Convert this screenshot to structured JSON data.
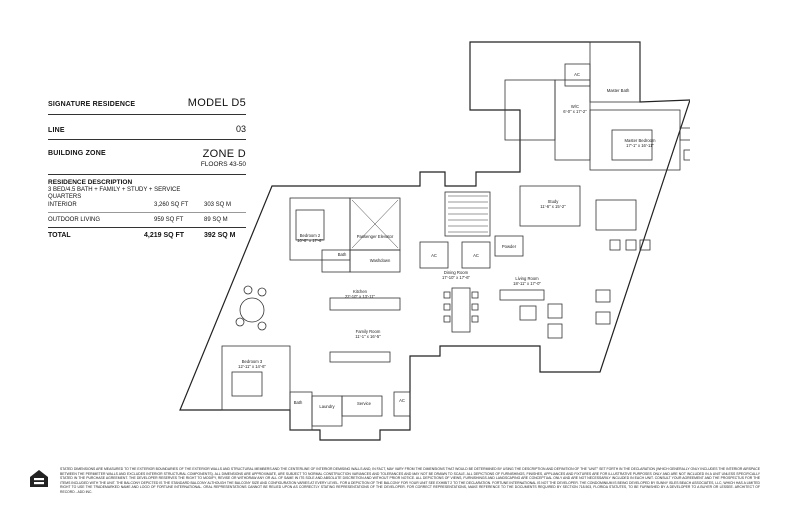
{
  "info": {
    "residence_label": "SIGNATURE RESIDENCE",
    "model": "MODEL D5",
    "line_label": "LINE",
    "line_value": "03",
    "zone_label": "BUILDING ZONE",
    "zone_value": "ZONE D",
    "floors": "FLOORS 43-50",
    "description_title": "RESIDENCE DESCRIPTION",
    "description": "3 BED/4.5 BATH + FAMILY + STUDY + SERVICE QUARTERS",
    "interior_label": "INTERIOR",
    "interior_sqft": "3,260 SQ FT",
    "interior_sqm": "303 SQ M",
    "outdoor_label": "OUTDOOR LIVING",
    "outdoor_sqft": "959 SQ FT",
    "outdoor_sqm": "89 SQ M",
    "total_label": "TOTAL",
    "total_sqft": "4,219 SQ FT",
    "total_sqm": "392 SQ M"
  },
  "rooms": {
    "master_bedroom": "Master Bedroom",
    "master_bedroom_dim": "17'-1\" x 16'-11\"",
    "master_bath": "Master Bath",
    "wic": "W/C",
    "wic_dim": "6'-0\" x 17'-2\"",
    "ac_top": "AC",
    "study": "Study",
    "study_dim": "11'-6\" x 15'-2\"",
    "bedroom2": "Bedroom 2",
    "bedroom2_dim": "10'-8\" x 17'-6\"",
    "passenger_elevator": "Passenger Elevator",
    "bath2": "Bath",
    "washdown": "Washdown",
    "kitchen": "Kitchen",
    "kitchen_dim": "22'-10\" x 13'-11\"",
    "ac_mid1": "AC",
    "ac_mid2": "AC",
    "powder": "Powder",
    "dining_room": "Dining Room",
    "dining_room_dim": "17'-10\" x 17'-6\"",
    "living_room": "Living Room",
    "living_room_dim": "18'-11\" x 17'-0\"",
    "family_room": "Family Room",
    "family_room_dim": "11'-1\" x 16'-5\"",
    "bedroom3": "Bedroom 3",
    "bedroom3_dim": "12'-11\" x 14'-6\"",
    "bath3": "Bath",
    "laundry": "Laundry",
    "service": "Service",
    "ac_bottom": "AC"
  },
  "disclaimer": "STATED DIMENSIONS ARE MEASURED TO THE EXTERIOR BOUNDARIES OF THE EXTERIOR WALLS AND STRUCTURAL MEMBERS AND THE CENTERLINE OF INTERIOR DEMISING WALLS AND, IN FACT, MAY VARY FROM THE DIMENSIONS THAT WOULD BE DETERMINED BY USING THE DESCRIPTION AND DEFINITION OF THE \"UNIT\" SET FORTH IN THE DECLARATION (WHICH GENERALLY ONLY INCLUDES THE INTERIOR AIRSPACE BETWEEN THE PERIMETER WALLS AND EXCLUDES INTERIOR STRUCTURAL COMPONENTS). ALL DIMENSIONS ARE APPROXIMATE, ARE SUBJECT TO NORMAL CONSTRUCTION VARIANCES AND TOLERANCES AND MAY NOT BE DRAWN TO SCALE. ALL DEPICTIONS OF FURNISHINGS, FINISHES, APPLIANCES AND FIXTURES ARE FOR ILLUSTRATIVE PURPOSES ONLY AND ARE NOT INCLUDED IN A UNIT UNLESS SPECIFICALLY STATED IN THE PURCHASE AGREEMENT. THE DEVELOPER RESERVES THE RIGHT TO MODIFY, REVISE OR WITHDRAW ANY OR ALL OF SAME IN ITS SOLE AND ABSOLUTE DISCRETION AND WITHOUT PRIOR NOTICE. ALL DEPICTIONS OF VIEWS, FURNISHINGS AND LANDSCAPING ARE CONCEPTUAL ONLY AND ARE NOT NECESSARILY INCLUDED IN EACH UNIT. CONSULT YOUR AGREEMENT AND THE PROSPECTUS FOR THE ITEMS INCLUDED WITH THE UNIT. THE BALCONY DEPICTED IS THE STANDARD BALCONY ALTHOUGH THE BALCONY SIZE AND CONFIGURATION VARIES AT EVERY LEVEL. FOR A DEPICTION OF THE BALCONY FOR YOUR UNIT SEE EXHIBIT 2 TO THE DECLARATION. FORTUNE INTERNATIONAL IS NOT THE DEVELOPER. THE CONDOMINIUM IS BEING DEVELOPED BY SUNNY ISLES BEACH ASSOCIATES, LLC, WHICH HAS A LIMITED RIGHT TO USE THE TRADEMARKED NAME AND LOGO OF FORTUNE INTERNATIONAL. ORAL REPRESENTATIONS CANNOT BE RELIED UPON AS CORRECTLY STATING REPRESENTATIONS OF THE DEVELOPER. FOR CORRECT REPRESENTATIONS, MAKE REFERENCE TO THE DOCUMENTS REQUIRED BY SECTION 718.503, FLORIDA STATUTES, TO BE FURNISHED BY A DEVELOPER TO A BUYER OR LESSEE. ARCHITECT OF RECORD - ADD INC."
}
